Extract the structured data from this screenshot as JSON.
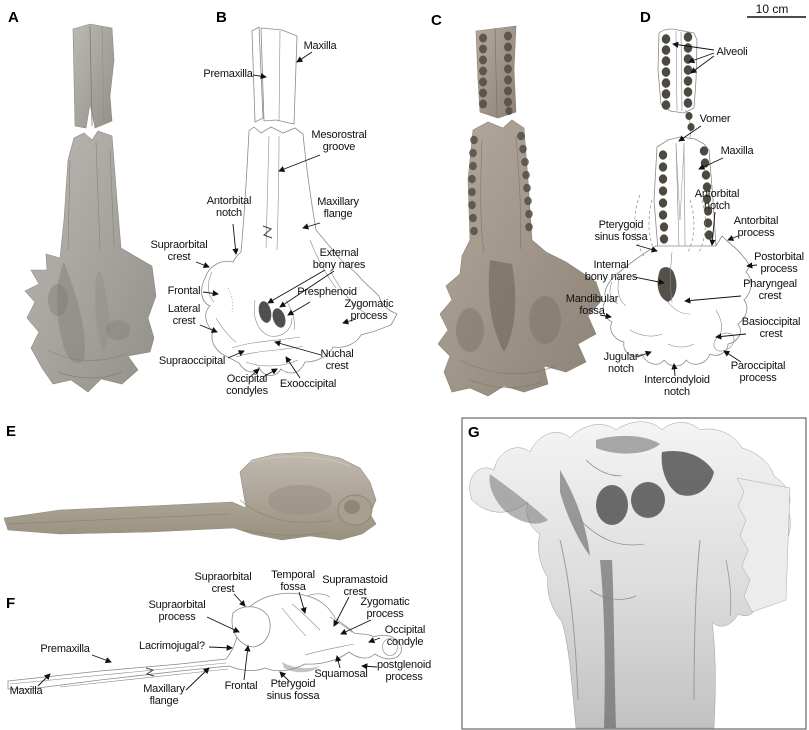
{
  "scale_bar": {
    "label": "10 cm"
  },
  "panels": {
    "a": {
      "letter": "A"
    },
    "b": {
      "letter": "B",
      "labels": {
        "premaxilla": "Premaxilla",
        "maxilla": "Maxilla",
        "mesorostral_groove": "Mesorostral groove",
        "antorbital_notch": "Antorbital notch",
        "maxillary_flange": "Maxillary flange",
        "supraorbital_crest": "Supraorbital crest",
        "frontal": "Frontal",
        "external_bony_nares": "External bony nares",
        "presphenoid": "Presphenoid",
        "lateral_crest": "Lateral crest",
        "zygomatic_process": "Zygomatic process",
        "supraoccipital": "Supraoccipital",
        "nuchal_crest": "Nuchal crest",
        "occipital_condyles": "Occipital condyles",
        "exooccipital": "Exooccipital"
      }
    },
    "c": {
      "letter": "C"
    },
    "d": {
      "letter": "D",
      "labels": {
        "alveoli": "Alveoli",
        "vomer": "Vomer",
        "maxilla": "Maxilla",
        "antorbital_notch": "Antorbital notch",
        "antorbital_process": "Antorbital process",
        "postorbital_process": "Postorbital process",
        "pterygoid_sinus_fossa": "Pterygoid sinus fossa",
        "internal_bony_nares": "Internal bony nares",
        "pharyngeal_crest": "Pharyngeal crest",
        "mandibular_fossa": "Mandibular fossa",
        "basioccipital_crest": "Basioccipital crest",
        "jugular_notch": "Jugular notch",
        "intercondyloid_notch": "Intercondyloid notch",
        "paroccipital_process": "Paroccipital process"
      }
    },
    "e": {
      "letter": "E"
    },
    "f": {
      "letter": "F",
      "labels": {
        "supraorbital_crest": "Supraorbital crest",
        "temporal_fossa": "Temporal fossa",
        "supramastoid_crest": "Supramastoid crest",
        "zygomatic_process": "Zygomatic process",
        "occipital_condyle": "Occipital condyle",
        "supraorbital_process": "Supraorbital process",
        "lacrimojugal": "Lacrimojugal?",
        "premaxilla": "Premaxilla",
        "maxilla": "Maxilla",
        "maxillary_flange": "Maxillary flange",
        "frontal": "Frontal",
        "pterygoid_sinus_fossa": "Pterygoid sinus fossa",
        "squamosal": "Squamosal",
        "postglenoid_process": "postglenoid process"
      }
    },
    "g": {
      "letter": "G"
    }
  }
}
